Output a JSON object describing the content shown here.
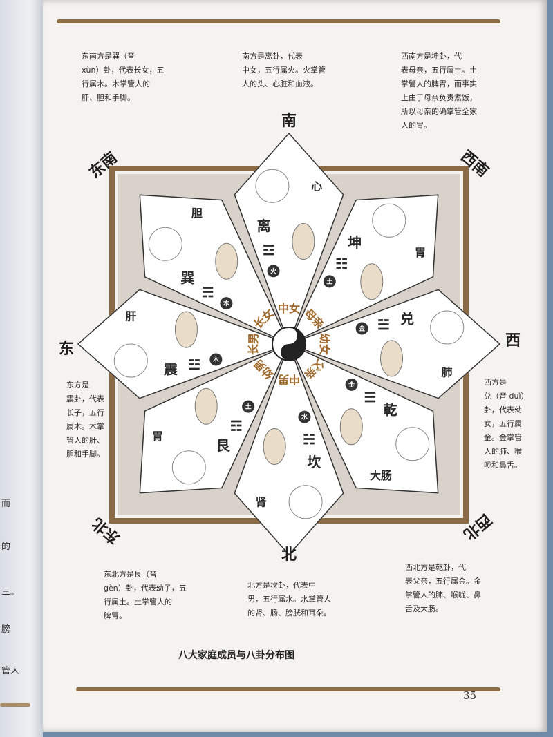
{
  "page_number": "35",
  "caption": "八大家庭成员与八卦分布图",
  "colors": {
    "frame": "#8a6a45",
    "accent": "#a06a2d",
    "panel": "#ffffff",
    "square_fill": "#d8d2cb"
  },
  "directions": {
    "south": "南",
    "north": "北",
    "east": "东",
    "west": "西",
    "southeast": "东南",
    "southwest": "西南",
    "northeast": "东北",
    "northwest": "西北"
  },
  "descriptions": {
    "southeast": [
      "东南方是巽（音",
      "xùn）卦，代表长女，五",
      "行属木。木掌管人的",
      "肝、胆和手脚。"
    ],
    "south": [
      "南方是离卦，代表",
      "中女，五行属火。火掌管",
      "人的头、心脏和血液。"
    ],
    "southwest": [
      "西南方是坤卦，代",
      "表母亲，五行属土。土",
      "掌管人的脾胃，而事实",
      "上由于母亲负责煮饭，",
      "所以母亲的确掌管全家",
      "人的胃。"
    ],
    "east": [
      "东方是",
      "震卦，代表",
      "长子，五行",
      "属木。木掌",
      "管人的肝、",
      "胆和手脚。"
    ],
    "west": [
      "西方是",
      "兑（音 duì）",
      "卦，代表幼",
      "女，五行属",
      "金。金掌管",
      "人的肺、喉",
      "咙和鼻舌。"
    ],
    "northeast": [
      "东北方是艮（音",
      "gèn）卦，代表幼子，五",
      "行属土。土掌管人的",
      "脾胃。"
    ],
    "north": [
      "北方是坎卦，代表中",
      "男，五行属水。水掌管人",
      "的肾、肠、膀胱和耳朵。"
    ],
    "northwest": [
      "西北方是乾卦，代",
      "表父亲，五行属金。金",
      "掌管人的肺、喉咙、鼻",
      "舌及大肠。"
    ]
  },
  "sectors": [
    {
      "dir": "S",
      "trigram": "离",
      "symbol": "☲",
      "element": "火",
      "organ": "心",
      "member": "中女"
    },
    {
      "dir": "SW",
      "trigram": "坤",
      "symbol": "☷",
      "element": "土",
      "organ": "胃",
      "member": "母亲"
    },
    {
      "dir": "W",
      "trigram": "兑",
      "symbol": "☱",
      "element": "金",
      "organ": "肺",
      "member": "幼女"
    },
    {
      "dir": "NW",
      "trigram": "乾",
      "symbol": "☰",
      "element": "金",
      "organ": "大肠",
      "member": "父亲"
    },
    {
      "dir": "N",
      "trigram": "坎",
      "symbol": "☵",
      "element": "水",
      "organ": "肾",
      "member": "中男"
    },
    {
      "dir": "NE",
      "trigram": "艮",
      "symbol": "☶",
      "element": "土",
      "organ": "胃",
      "member": "幼男"
    },
    {
      "dir": "E",
      "trigram": "震",
      "symbol": "☳",
      "element": "木",
      "organ": "肝",
      "member": "长男"
    },
    {
      "dir": "SE",
      "trigram": "巽",
      "symbol": "☴",
      "element": "木",
      "organ": "胆",
      "member": "长女"
    }
  ],
  "left_page_fragments": [
    "而",
    "的",
    "三。",
    "膀",
    "管人"
  ]
}
